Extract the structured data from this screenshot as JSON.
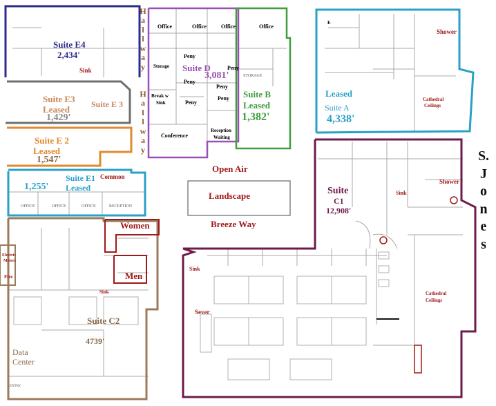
{
  "colors": {
    "e4": "#2b2b8c",
    "e3": "#6e6e6e",
    "e2": "#e08a2e",
    "e1": "#2aa0c8",
    "suite_d": "#9a4fb6",
    "suite_b": "#3e9e3e",
    "suite_a": "#2aa0c8",
    "suite_c1": "#6e1a4a",
    "suite_c2": "#9b7b5b",
    "accent_red": "#a01818",
    "hall_text": "#8b5a2b",
    "walls": "#9a9a9a"
  },
  "suites": {
    "e4": {
      "name": "Suite E4",
      "size": "2,434'",
      "sink": "Sink"
    },
    "e3": {
      "name": "Suite E3",
      "status": "Leased",
      "size": "1,429'",
      "alt": "Suite E 3"
    },
    "e2": {
      "name": "Suite E 2",
      "status": "Leased",
      "size": "1,547'"
    },
    "e1": {
      "name": "Suite E1",
      "status": "Leased",
      "size": "1,255'",
      "common": "Common",
      "offices": [
        "OFFICE",
        "OFFICE",
        "OFFICE",
        "RECEPTION"
      ]
    },
    "d": {
      "name": "Suite D",
      "size": "3,081'",
      "rooms": {
        "office": "Office",
        "peny": "Peny",
        "storage": "Storage",
        "break": "Break w",
        "sink": "Sink",
        "conference": "Conference",
        "reception": "Reception",
        "waiting": "Waiting"
      }
    },
    "b": {
      "name": "Suite B",
      "status": "Leased",
      "size": "1,382'",
      "office": "Office",
      "storage": "STORAGE"
    },
    "a": {
      "name": "Suite A",
      "status": "Leased",
      "size": "4,338'",
      "shower": "Shower",
      "ceilings_1": "Cathedral",
      "ceilings_2": "Ceilings",
      "e": "E"
    },
    "c1": {
      "name": "Suite",
      "name2": "C1",
      "size": "12,908'",
      "sink": "Sink",
      "shower": "Shower",
      "server": "Sever",
      "ceilings_1": "Cathedral",
      "ceilings_2": "Ceilings"
    },
    "c2": {
      "name": "Suite C2",
      "size": "4739'",
      "data_1": "Data",
      "data_2": "Center",
      "electric_1": "Electric",
      "electric_2": "Meters",
      "fire": "Fire",
      "sink": "Sink",
      "entry": "ENTRY"
    }
  },
  "common": {
    "hallway_top": "Hallway",
    "hallway_mid": "Hallway",
    "open_air": "Open Air",
    "landscape": "Landscape",
    "breeze_way": "Breeze Way",
    "women": "Women",
    "men": "Men"
  },
  "street": {
    "letters": [
      "S.",
      "J",
      "o",
      "n",
      "e",
      "s"
    ]
  }
}
